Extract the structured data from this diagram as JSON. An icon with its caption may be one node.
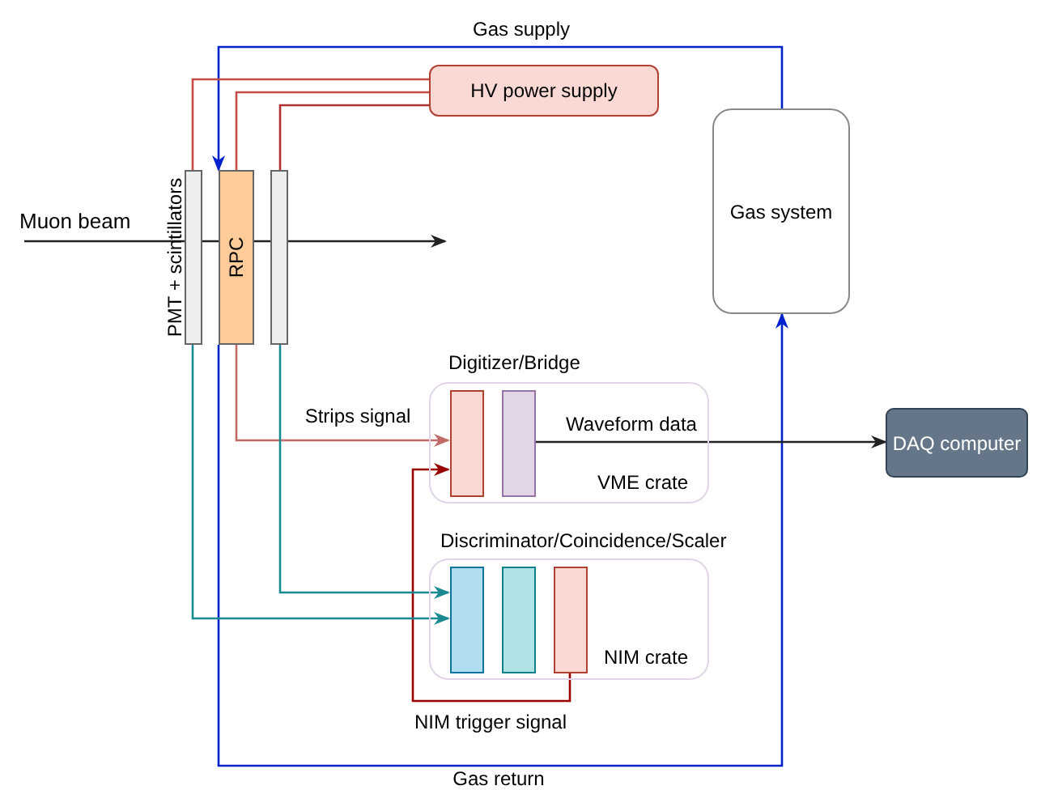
{
  "diagram": {
    "nodes": [
      {
        "text": [
          "Muon beam"
        ]
      },
      {
        "text": [],
        "shape": "box",
        "beside": [
          "PMT + scintillators"
        ]
      },
      {
        "text": [
          "RPC"
        ]
      },
      {
        "text": [],
        "shape": "box"
      },
      {
        "text": [
          "HV power supply"
        ]
      },
      {
        "text": [
          "Gas system"
        ]
      },
      {
        "text": [
          "Digitizer/Bridge",
          "VME crate"
        ]
      },
      {
        "text": [],
        "shape": "box",
        "in": 6
      },
      {
        "text": [],
        "shape": "box",
        "in": 6
      },
      {
        "text": [
          "Discriminator/Coincidence/Scaler",
          "NIM crate"
        ]
      },
      {
        "text": [],
        "shape": "box",
        "in": 9
      },
      {
        "text": [],
        "shape": "box",
        "in": 9
      },
      {
        "text": [],
        "shape": "box",
        "in": 9
      },
      {
        "text": [
          "DAQ computer"
        ]
      }
    ],
    "edges": [
      {
        "from": 0,
        "to": null,
        "arrow": "to"
      },
      {
        "from": 5,
        "to": 2,
        "arrow": "to",
        "label": "Gas supply",
        "color": "#0022cc"
      },
      {
        "from": 2,
        "to": 5,
        "arrow": "to",
        "label": "Gas return",
        "color": "#0022cc"
      },
      {
        "from": 4,
        "to": 1,
        "arrow": "none",
        "color": "#c44b45"
      },
      {
        "from": 4,
        "to": 2,
        "arrow": "none",
        "color": "#c44b45"
      },
      {
        "from": 4,
        "to": 3,
        "arrow": "none",
        "color": "#b03030"
      },
      {
        "from": 2,
        "to": 7,
        "arrow": "to",
        "label": "Strips signal",
        "color": "#c06a66"
      },
      {
        "from": 12,
        "to": 7,
        "arrow": "to",
        "label": "NIM trigger signal",
        "color": "#990000"
      },
      {
        "from": 3,
        "to": 10,
        "arrow": "to",
        "color": "#1a8a90"
      },
      {
        "from": 1,
        "to": 10,
        "arrow": "to",
        "color": "#1a8a90"
      },
      {
        "from": 8,
        "to": 13,
        "arrow": "to",
        "label": "Waveform data"
      }
    ]
  }
}
